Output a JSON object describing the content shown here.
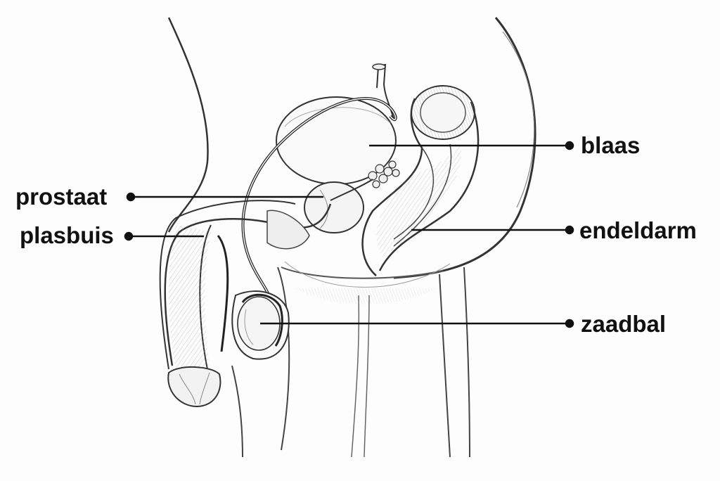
{
  "labels": {
    "blaas": "blaas",
    "endeldarm": "endeldarm",
    "zaadbal": "zaadbal",
    "prostaat": "prostaat",
    "plasbuis": "plasbuis"
  },
  "colors": {
    "line": "#1a1a1a",
    "sketch": "#555555",
    "background": "#fdfdfd"
  }
}
